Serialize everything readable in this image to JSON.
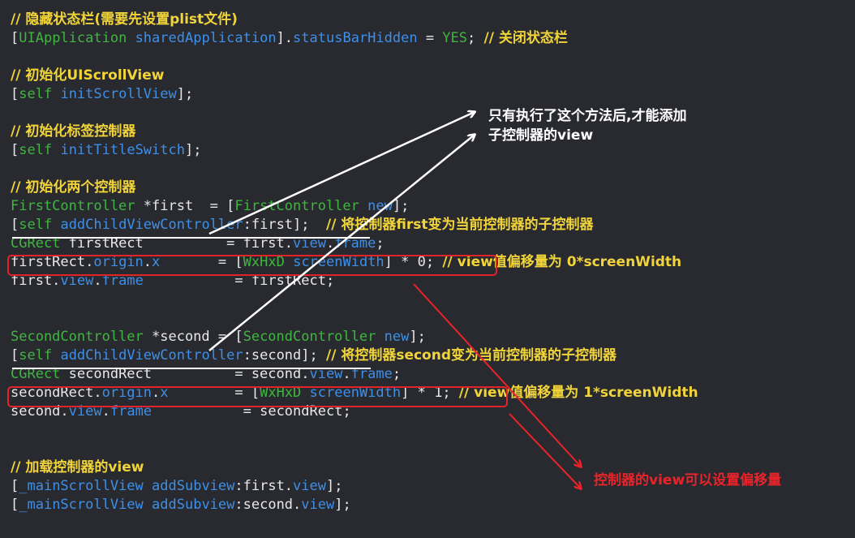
{
  "code_lines": [
    [
      [
        "comment",
        "// 隐藏状态栏(需要先设置plist文件)"
      ]
    ],
    [
      [
        "plain",
        "["
      ],
      [
        "type",
        "UIApplication"
      ],
      [
        "plain",
        " "
      ],
      [
        "msg",
        "sharedApplication"
      ],
      [
        "plain",
        "]."
      ],
      [
        "prop",
        "statusBarHidden"
      ],
      [
        "plain",
        " = "
      ],
      [
        "const",
        "YES"
      ],
      [
        "plain",
        "; "
      ],
      [
        "comment",
        "// 关闭状态栏"
      ]
    ],
    [],
    [
      [
        "comment",
        "// 初始化UIScrollView"
      ]
    ],
    [
      [
        "plain",
        "["
      ],
      [
        "kw",
        "self"
      ],
      [
        "plain",
        " "
      ],
      [
        "msg",
        "initScrollView"
      ],
      [
        "plain",
        "];"
      ]
    ],
    [],
    [
      [
        "comment",
        "// 初始化标签控制器"
      ]
    ],
    [
      [
        "plain",
        "["
      ],
      [
        "kw",
        "self"
      ],
      [
        "plain",
        " "
      ],
      [
        "msg",
        "initTitleSwitch"
      ],
      [
        "plain",
        "];"
      ]
    ],
    [],
    [
      [
        "comment",
        "// 初始化两个控制器"
      ]
    ],
    [
      [
        "type",
        "FirstController"
      ],
      [
        "plain",
        " *first  = ["
      ],
      [
        "type",
        "FirstController"
      ],
      [
        "plain",
        " "
      ],
      [
        "msg",
        "new"
      ],
      [
        "plain",
        "];"
      ]
    ],
    [
      [
        "plain",
        "["
      ],
      [
        "kw",
        "self"
      ],
      [
        "plain",
        " "
      ],
      [
        "msg",
        "addChildViewController"
      ],
      [
        "plain",
        ":first];  "
      ],
      [
        "comment",
        "// 将控制器first变为当前控制器的子控制器"
      ]
    ],
    [
      [
        "type",
        "CGRect"
      ],
      [
        "plain",
        " firstRect          = first."
      ],
      [
        "prop",
        "view"
      ],
      [
        "plain",
        "."
      ],
      [
        "prop",
        "frame"
      ],
      [
        "plain",
        ";"
      ]
    ],
    [
      [
        "plain",
        "firstRect."
      ],
      [
        "prop",
        "origin"
      ],
      [
        "plain",
        "."
      ],
      [
        "prop",
        "x"
      ],
      [
        "plain",
        "       = ["
      ],
      [
        "type",
        "WxHxD"
      ],
      [
        "plain",
        " "
      ],
      [
        "msg",
        "screenWidth"
      ],
      [
        "plain",
        "] * 0; "
      ],
      [
        "comment",
        "// view值偏移量为 0*screenWidth"
      ]
    ],
    [
      [
        "plain",
        "first."
      ],
      [
        "prop",
        "view"
      ],
      [
        "plain",
        "."
      ],
      [
        "prop",
        "frame"
      ],
      [
        "plain",
        "           = firstRect;"
      ]
    ],
    [],
    [],
    [
      [
        "type",
        "SecondController"
      ],
      [
        "plain",
        " *second = ["
      ],
      [
        "type",
        "SecondController"
      ],
      [
        "plain",
        " "
      ],
      [
        "msg",
        "new"
      ],
      [
        "plain",
        "];"
      ]
    ],
    [
      [
        "plain",
        "["
      ],
      [
        "kw",
        "self"
      ],
      [
        "plain",
        " "
      ],
      [
        "msg",
        "addChildViewController"
      ],
      [
        "plain",
        ":second]; "
      ],
      [
        "comment",
        "// 将控制器second变为当前控制器的子控制器"
      ]
    ],
    [
      [
        "type",
        "CGRect"
      ],
      [
        "plain",
        " secondRect          = second."
      ],
      [
        "prop",
        "view"
      ],
      [
        "plain",
        "."
      ],
      [
        "prop",
        "frame"
      ],
      [
        "plain",
        ";"
      ]
    ],
    [
      [
        "plain",
        "secondRect."
      ],
      [
        "prop",
        "origin"
      ],
      [
        "plain",
        "."
      ],
      [
        "prop",
        "x"
      ],
      [
        "plain",
        "        = ["
      ],
      [
        "type",
        "WxHxD"
      ],
      [
        "plain",
        " "
      ],
      [
        "msg",
        "screenWidth"
      ],
      [
        "plain",
        "] * 1; "
      ],
      [
        "comment",
        "// view值偏移量为 1*screenWidth"
      ]
    ],
    [
      [
        "plain",
        "second."
      ],
      [
        "prop",
        "view"
      ],
      [
        "plain",
        "."
      ],
      [
        "prop",
        "frame"
      ],
      [
        "plain",
        "           = secondRect;"
      ]
    ],
    [],
    [],
    [
      [
        "comment",
        "// 加载控制器的view"
      ]
    ],
    [
      [
        "plain",
        "["
      ],
      [
        "msg",
        "_mainScrollView"
      ],
      [
        "plain",
        " "
      ],
      [
        "msg",
        "addSubview"
      ],
      [
        "plain",
        ":first."
      ],
      [
        "prop",
        "view"
      ],
      [
        "plain",
        "];"
      ]
    ],
    [
      [
        "plain",
        "["
      ],
      [
        "msg",
        "_mainScrollView"
      ],
      [
        "plain",
        " "
      ],
      [
        "msg",
        "addSubview"
      ],
      [
        "plain",
        ":second."
      ],
      [
        "prop",
        "view"
      ],
      [
        "plain",
        "];"
      ]
    ]
  ],
  "annotations": {
    "note_top_line1": "只有执行了这个方法后,才能添加",
    "note_top_line2": "子控制器的view",
    "note_bottom": "控制器的view可以设置偏移量"
  },
  "colors": {
    "background": "#292a30",
    "comment": "#f0d43a",
    "type": "#3fb63f",
    "message": "#3d8fe8",
    "plain": "#e8e8e8",
    "highlight_box": "#e0242a",
    "annotation_red": "#e8242a",
    "annotation_white": "#ffffff"
  }
}
